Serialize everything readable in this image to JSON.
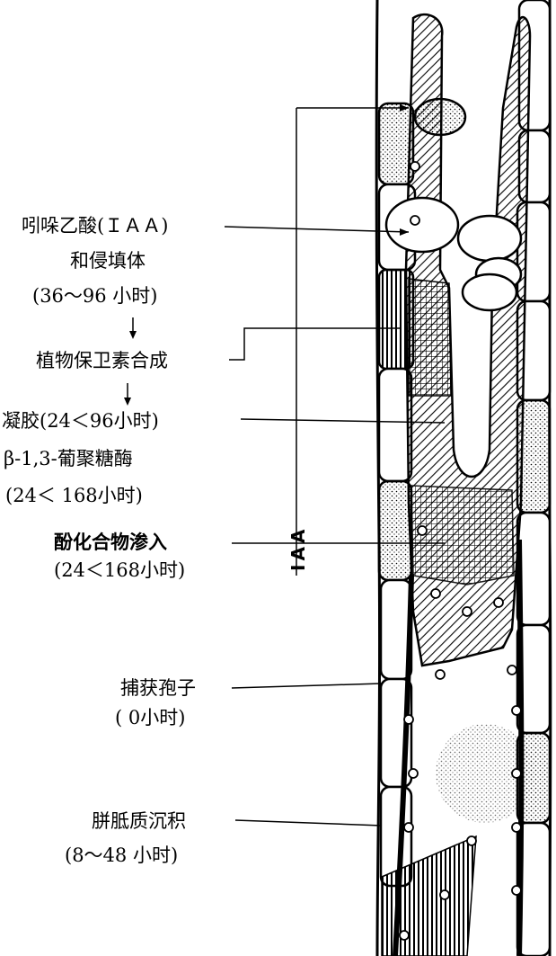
{
  "labels": {
    "iaa_1": "吲哚乙酸(ＩＡＡ)",
    "iaa_2": "和侵填体",
    "iaa_3": "(36～96 小时)",
    "phytoalexin": "植物保卫素合成",
    "gel_1": "凝胶(24＜96小时)",
    "gel_2": "β-1,3-葡聚糖酶",
    "gel_3": "(24＜ 168小时)",
    "phenolic_1": "酚化合物渗入",
    "phenolic_2": "(24＜168小时)",
    "capture_1": "捕获孢子",
    "capture_2": "( 0小时)",
    "tylose_1": "胼胝质沉积",
    "tylose_2": "(8～48 小时)",
    "iaa_vertical": "IAA"
  }
}
